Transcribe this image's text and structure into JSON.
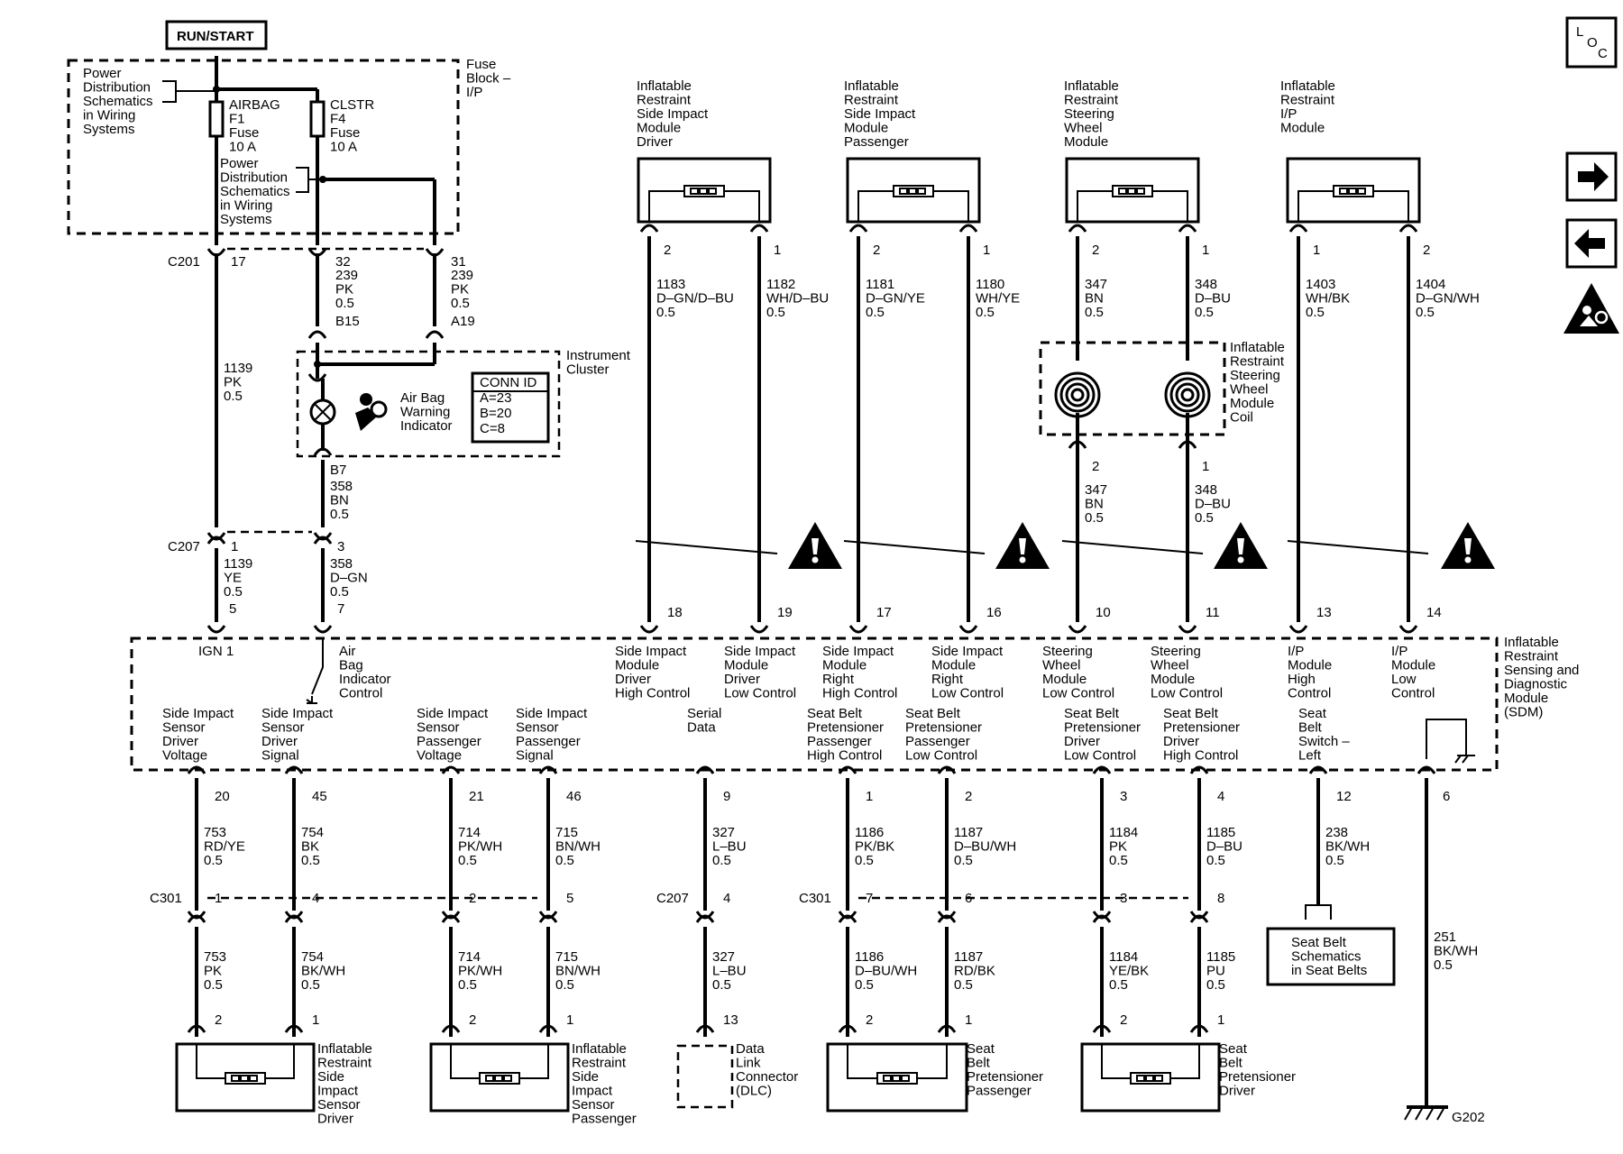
{
  "title_box": "RUN/START",
  "fuse_block": {
    "label": [
      "Fuse",
      "Block –",
      "I/P"
    ],
    "pd_left": [
      "Power",
      "Distribution",
      "Schematics",
      "in Wiring",
      "Systems"
    ],
    "pd_mid": [
      "Power",
      "Distribution",
      "Schematics",
      "in Wiring",
      "Systems"
    ],
    "fuses": [
      {
        "lines": [
          "AIRBAG",
          "F1",
          "Fuse",
          "10 A"
        ]
      },
      {
        "lines": [
          "CLSTR",
          "F4",
          "Fuse",
          "10 A"
        ]
      }
    ]
  },
  "nav": {
    "loc_top": "L",
    "loc_o": "O",
    "loc_c": "C",
    "forward_icon": "right-arrow-icon",
    "back_icon": "left-arrow-icon",
    "airbag_icon": "airbag-warning-icon"
  },
  "connectors": {
    "c201": "C201",
    "c207_top": "C207",
    "c207_bot": "C207",
    "c301_left": "C301",
    "c301_right": "C301"
  },
  "modules": [
    {
      "lines": [
        "Inflatable",
        "Restraint",
        "Side Impact",
        "Module",
        "Driver"
      ]
    },
    {
      "lines": [
        "Inflatable",
        "Restraint",
        "Side Impact",
        "Module",
        "Passenger"
      ]
    },
    {
      "lines": [
        "Inflatable",
        "Restraint",
        "Steering",
        "Wheel",
        "Module"
      ]
    },
    {
      "lines": [
        "Inflatable",
        "Restraint",
        "I/P",
        "Module"
      ]
    }
  ],
  "module_wires": [
    {
      "pin": "2",
      "wire": [
        "1183",
        "D–GN/D–BU",
        "0.5"
      ]
    },
    {
      "pin": "1",
      "wire": [
        "1182",
        "WH/D–BU",
        "0.5"
      ]
    },
    {
      "pin": "2",
      "wire": [
        "1181",
        "D–GN/YE",
        "0.5"
      ]
    },
    {
      "pin": "1",
      "wire": [
        "1180",
        "WH/YE",
        "0.5"
      ]
    },
    {
      "pin": "2",
      "wire": [
        "347",
        "BN",
        "0.5"
      ]
    },
    {
      "pin": "1",
      "wire": [
        "348",
        "D–BU",
        "0.5"
      ]
    },
    {
      "pin": "1",
      "wire": [
        "1403",
        "WH/BK",
        "0.5"
      ]
    },
    {
      "pin": "2",
      "wire": [
        "1404",
        "D–GN/WH",
        "0.5"
      ]
    }
  ],
  "coil": {
    "label": [
      "Inflatable",
      "Restraint",
      "Steering",
      "Wheel",
      "Module",
      "Coil"
    ],
    "pins": [
      "2",
      "1"
    ],
    "wires": [
      [
        "347",
        "BN",
        "0.5"
      ],
      [
        "348",
        "D–BU",
        "0.5"
      ]
    ]
  },
  "cluster": {
    "label": [
      "Instrument",
      "Cluster"
    ],
    "indicator": [
      "Air Bag",
      "Warning",
      "Indicator"
    ],
    "conn_id": [
      "CONN ID",
      "A=23",
      "B=20",
      "C=8"
    ],
    "pins": {
      "b15": "B15",
      "a19": "A19",
      "b7": "B7"
    }
  },
  "fuse_outputs": {
    "pin17": "17",
    "pin32": "32",
    "pin31": "31",
    "w239a": [
      "239",
      "PK",
      "0.5"
    ],
    "w239b": [
      "239",
      "PK",
      "0.5"
    ],
    "w1139": [
      "1139",
      "PK",
      "0.5"
    ],
    "w358": [
      "358",
      "BN",
      "0.5"
    ]
  },
  "c207_top_pins": {
    "p1": "1",
    "p3": "3",
    "w1139": [
      "1139",
      "YE",
      "0.5"
    ],
    "w358": [
      "358",
      "D–GN",
      "0.5"
    ],
    "p5": "5",
    "p7": "7"
  },
  "sdm": {
    "label": [
      "Inflatable",
      "Restraint",
      "Sensing and",
      "Diagnostic",
      "Module",
      "(SDM)"
    ],
    "top_pins": [
      "18",
      "19",
      "17",
      "16",
      "10",
      "11",
      "13",
      "14"
    ],
    "top_labels": [
      [
        "IGN 1"
      ],
      [
        "Air",
        "Bag",
        "Indicator",
        "Control"
      ],
      [
        "Side Impact",
        "Module",
        "Driver",
        "High Control"
      ],
      [
        "Side Impact",
        "Module",
        "Driver",
        "Low Control"
      ],
      [
        "Side Impact",
        "Module",
        "Right",
        "High Control"
      ],
      [
        "Side Impact",
        "Module",
        "Right",
        "Low Control"
      ],
      [
        "Steering",
        "Wheel",
        "Module",
        "Low Control"
      ],
      [
        "Steering",
        "Wheel",
        "Module",
        "Low Control"
      ],
      [
        "I/P",
        "Module",
        "High",
        "Control"
      ],
      [
        "I/P",
        "Module",
        "Low",
        "Control"
      ]
    ],
    "bottom_labels": [
      [
        "Side Impact",
        "Sensor",
        "Driver",
        "Voltage"
      ],
      [
        "Side Impact",
        "Sensor",
        "Driver",
        "Signal"
      ],
      [
        "Side Impact",
        "Sensor",
        "Passenger",
        "Voltage"
      ],
      [
        "Side Impact",
        "Sensor",
        "Passenger",
        "Signal"
      ],
      [
        "Serial",
        "Data"
      ],
      [
        "Seat Belt",
        "Pretensioner",
        "Passenger",
        "High Control"
      ],
      [
        "Seat Belt",
        "Pretensioner",
        "Passenger",
        "Low Control"
      ],
      [
        "Seat Belt",
        "Pretensioner",
        "Driver",
        "Low Control"
      ],
      [
        "Seat Belt",
        "Pretensioner",
        "Driver",
        "High Control"
      ],
      [
        "Seat",
        "Belt",
        "Switch –",
        "Left"
      ]
    ]
  },
  "bottom_circuits": [
    {
      "pin": "20",
      "wire": [
        "753",
        "RD/YE",
        "0.5"
      ],
      "cpin": "1",
      "wire2": [
        "753",
        "PK",
        "0.5"
      ],
      "dpin": "2"
    },
    {
      "pin": "45",
      "wire": [
        "754",
        "BK",
        "0.5"
      ],
      "cpin": "4",
      "wire2": [
        "754",
        "BK/WH",
        "0.5"
      ],
      "dpin": "1"
    },
    {
      "pin": "21",
      "wire": [
        "714",
        "PK/WH",
        "0.5"
      ],
      "cpin": "2",
      "wire2": [
        "714",
        "PK/WH",
        "0.5"
      ],
      "dpin": "2"
    },
    {
      "pin": "46",
      "wire": [
        "715",
        "BN/WH",
        "0.5"
      ],
      "cpin": "5",
      "wire2": [
        "715",
        "BN/WH",
        "0.5"
      ],
      "dpin": "1"
    },
    {
      "pin": "9",
      "wire": [
        "327",
        "L–BU",
        "0.5"
      ],
      "cpin": "4",
      "wire2": [
        "327",
        "L–BU",
        "0.5"
      ],
      "dpin": "13"
    },
    {
      "pin": "1",
      "wire": [
        "1186",
        "PK/BK",
        "0.5"
      ],
      "cpin": "7",
      "wire2": [
        "1186",
        "D–BU/WH",
        "0.5"
      ],
      "dpin": "2"
    },
    {
      "pin": "2",
      "wire": [
        "1187",
        "D–BU/WH",
        "0.5"
      ],
      "cpin": "6",
      "wire2": [
        "1187",
        "RD/BK",
        "0.5"
      ],
      "dpin": "1"
    },
    {
      "pin": "3",
      "wire": [
        "1184",
        "PK",
        "0.5"
      ],
      "cpin": "3",
      "wire2": [
        "1184",
        "YE/BK",
        "0.5"
      ],
      "dpin": "2"
    },
    {
      "pin": "4",
      "wire": [
        "1185",
        "D–BU",
        "0.5"
      ],
      "cpin": "8",
      "wire2": [
        "1185",
        "PU",
        "0.5"
      ],
      "dpin": "1"
    }
  ],
  "seatbelt": {
    "pin": "12",
    "wire": [
      "238",
      "BK/WH",
      "0.5"
    ],
    "box": [
      "Seat Belt",
      "Schematics",
      "in Seat Belts"
    ]
  },
  "ground": {
    "pin": "6",
    "wire": [
      "251",
      "BK/WH",
      "0.5"
    ],
    "label": "G202"
  },
  "devices": [
    {
      "lines": [
        "Inflatable",
        "Restraint",
        "Side",
        "Impact",
        "Sensor",
        "Driver"
      ]
    },
    {
      "lines": [
        "Inflatable",
        "Restraint",
        "Side",
        "Impact",
        "Sensor",
        "Passenger"
      ]
    },
    {
      "lines": [
        "Data",
        "Link",
        "Connector",
        "(DLC)"
      ]
    },
    {
      "lines": [
        "Seat",
        "Belt",
        "Pretensioner",
        "Passenger"
      ]
    },
    {
      "lines": [
        "Seat",
        "Belt",
        "Pretensioner",
        "Driver"
      ]
    }
  ]
}
